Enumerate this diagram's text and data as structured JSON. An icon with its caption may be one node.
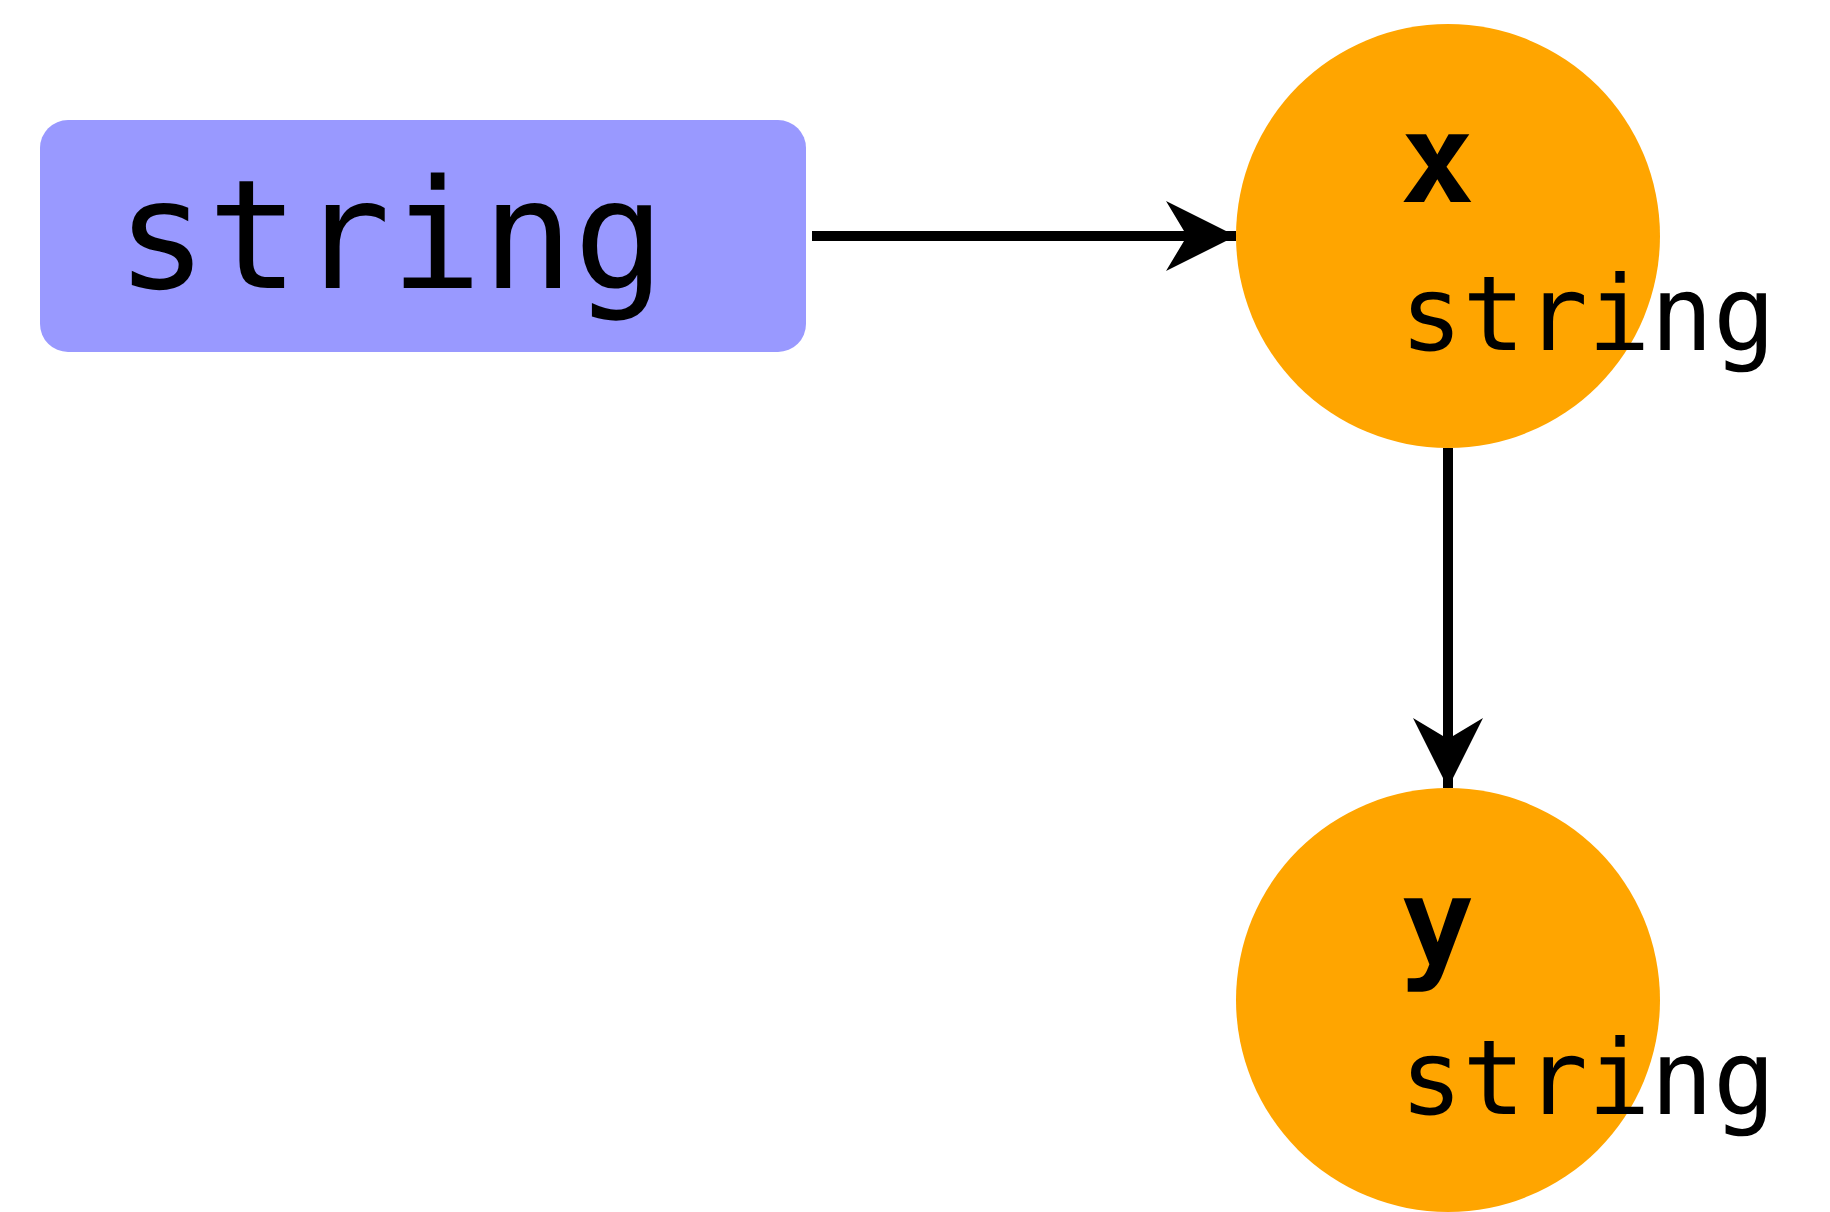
{
  "diagram": {
    "nodes": [
      {
        "text": [
          "string"
        ]
      },
      {
        "text": [
          "x",
          "string"
        ]
      },
      {
        "text": [
          "y",
          "string"
        ]
      }
    ],
    "edges": [
      {
        "from": 0,
        "to": 1,
        "arrow": "to"
      },
      {
        "from": 1,
        "to": 2,
        "arrow": "to"
      }
    ]
  }
}
